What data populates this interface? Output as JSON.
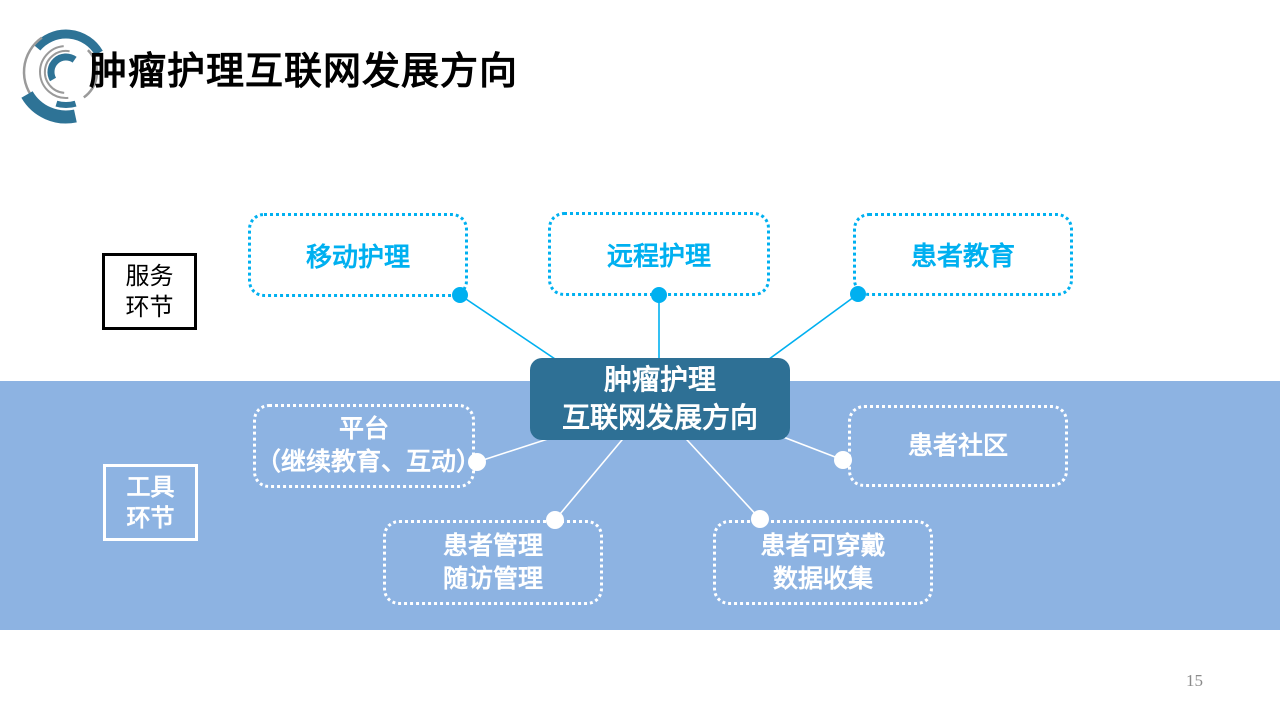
{
  "slide": {
    "title": "肿瘤护理互联网发展方向",
    "page_number": "15"
  },
  "center": {
    "l1": "肿瘤护理",
    "l2": "互联网发展方向"
  },
  "section_labels": {
    "service_l1": "服务",
    "service_l2": "环节",
    "tool_l1": "工具",
    "tool_l2": "环节"
  },
  "service_nodes": {
    "mobile": "移动护理",
    "remote": "远程护理",
    "education": "患者教育"
  },
  "tool_nodes": {
    "platform_l1": "平台",
    "platform_l2": "（继续教育、互动）",
    "mgmt_l1": "患者管理",
    "mgmt_l2": "随访管理",
    "wear_l1": "患者可穿戴",
    "wear_l2": "数据收集",
    "community": "患者社区"
  },
  "colors": {
    "accent_cyan": "#00b0f0",
    "band_blue": "#8db3e2",
    "center_node_teal": "#2e7095",
    "logo_blue": "#2e7396",
    "logo_gray": "#9a9a9a",
    "page_number_gray": "#8a8a8a"
  }
}
